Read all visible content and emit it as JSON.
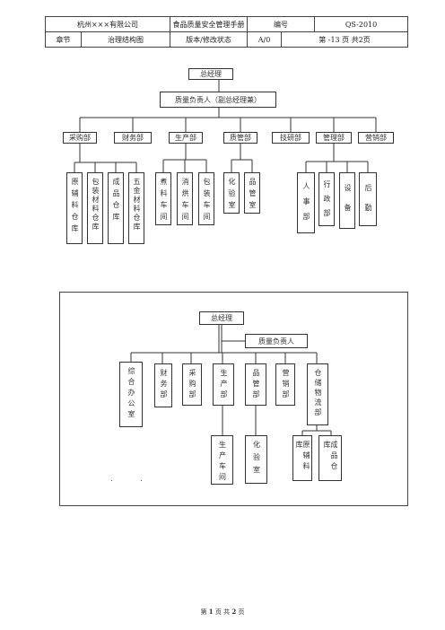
{
  "header": {
    "company": "杭州×××有限公司",
    "manual": "食品质量安全管理手册",
    "number_label": "编号",
    "number_value": "QS-2010",
    "chapter_label": "章节",
    "chapter_value": "治理结构图",
    "version_label": "版本/修改状态",
    "version_value": "A/0",
    "page_info": "第 -13 页 共2页"
  },
  "chart1": {
    "top": "总经理",
    "second": "质量负责人（副总经理兼）",
    "departments": [
      "采购部",
      "财务部",
      "生产部",
      "质管部",
      "技研部",
      "管理部",
      "营销部"
    ],
    "purchase_subs": [
      "原辅料仓库",
      "包装材料仓库",
      "成品仓库",
      "五金材料仓库"
    ],
    "production_subs": [
      "煮料车间",
      "消烘车间",
      "包装车间"
    ],
    "quality_subs": [
      "化验室",
      "品管室"
    ],
    "admin_subs": [
      "人事部",
      "行政部",
      "设备",
      "后勤"
    ]
  },
  "chart2": {
    "top": "总经理",
    "second": "质量负责人",
    "departments": [
      "综合办公室",
      "财务部",
      "采购部",
      "生产部",
      "品管部",
      "营销部",
      "仓储物流部"
    ],
    "production_subs": [
      "生产车间"
    ],
    "quality_subs": [
      "化验室"
    ],
    "storage_subs": [
      "原辅料库",
      "成品仓库"
    ]
  },
  "footer": {
    "page_word_1": "第",
    "page_num": "1",
    "page_word_2": "页 共",
    "total": "2",
    "page_word_3": "页"
  }
}
